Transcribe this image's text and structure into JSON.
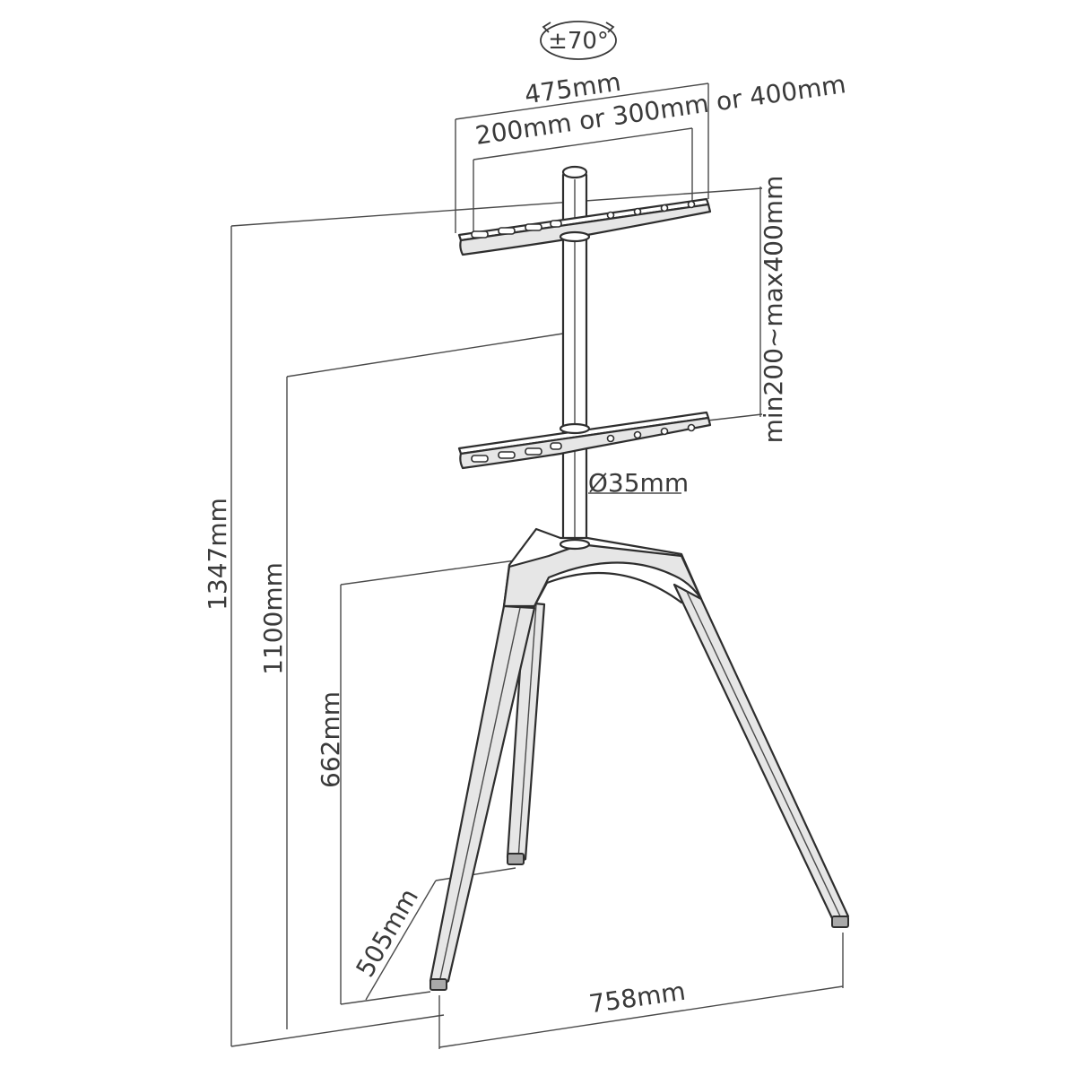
{
  "dimensions": {
    "rotation": "±70°",
    "bracket_width": "475mm",
    "vesa_widths": "200mm or 300mm or 400mm",
    "vesa_height": "min200~max400mm",
    "pole_diameter": "Ø35mm",
    "total_height": "1347mm",
    "max_center_height": "1100mm",
    "leg_joint_height": "662mm",
    "rear_leg_depth": "505mm",
    "footprint_width": "758mm"
  },
  "colors": {
    "line": "#2e2e2e",
    "dimension_line": "#4a4a4a",
    "text": "#3a3a3a",
    "shade": "#e6e6e6"
  }
}
